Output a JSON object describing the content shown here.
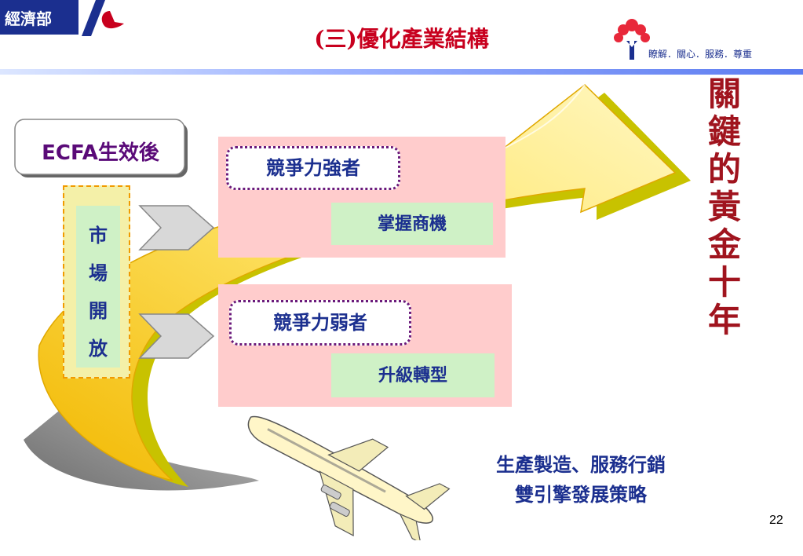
{
  "header": {
    "org_name": "經濟部",
    "title": "(三)優化產業結構",
    "slogan": "瞭解．關心．服務．尊重"
  },
  "ecfa_label": {
    "latin": "ECFA",
    "cjk": "生效後"
  },
  "market_opening": [
    "市",
    "場",
    "開",
    "放"
  ],
  "strong": {
    "label": "競爭力強者",
    "action": "掌握商機"
  },
  "weak": {
    "label": "競爭力弱者",
    "action": "升級轉型"
  },
  "golden_decade": [
    "關",
    "鍵",
    "的",
    "黃",
    "金",
    "十",
    "年"
  ],
  "strategy": {
    "line1": "生產製造、服務行銷",
    "line2": "雙引擎發展策略"
  },
  "page_number": "22",
  "colors": {
    "navy": "#1b2f8f",
    "title_red": "#c8001e",
    "gold": "#f5c400",
    "pink": "#ffcccc",
    "green": "#cff1c6",
    "dark_red": "#a0141e"
  }
}
